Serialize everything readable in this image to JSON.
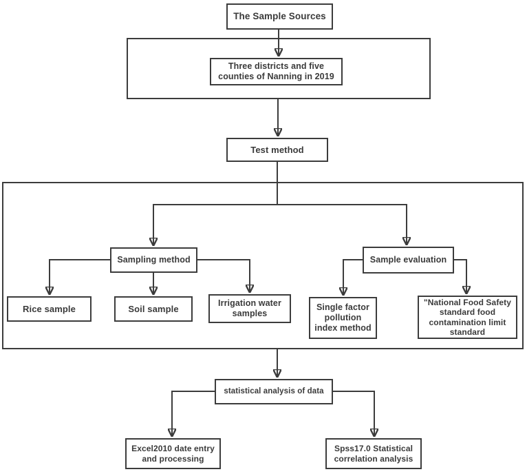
{
  "diagram": {
    "colors": {
      "background": "#ffffff",
      "line": "#3c3c3c",
      "text": "#3a3a3a",
      "box_fill": "#ffffff"
    },
    "nodes": {
      "sample_sources": {
        "label": "The Sample Sources"
      },
      "districts": {
        "label": "Three districts and five\ncounties of Nanning in 2019"
      },
      "test_method": {
        "label": "Test method"
      },
      "sampling_method": {
        "label": "Sampling method"
      },
      "rice_sample": {
        "label": "Rice sample"
      },
      "soil_sample": {
        "label": "Soil sample"
      },
      "irrigation_water": {
        "label": "Irrigation water\nsamples"
      },
      "sample_evaluation": {
        "label": "Sample evaluation"
      },
      "single_factor": {
        "label": "Single factor\npollution\nindex method"
      },
      "national_standard": {
        "label": "\"National Food Safety\nstandard food\ncontamination limit\nstandard"
      },
      "statistical_analysis": {
        "label": "statistical analysis of data"
      },
      "excel": {
        "label": "Excel2010 date entry\nand processing"
      },
      "spss": {
        "label": "Spss17.0 Statistical\ncorrelation analysis"
      }
    },
    "edges": [
      {
        "from": "sample_sources",
        "to": "districts"
      },
      {
        "from": "districts",
        "to": "test_method"
      },
      {
        "from": "test_method",
        "to": "sampling_method"
      },
      {
        "from": "test_method",
        "to": "sample_evaluation"
      },
      {
        "from": "sampling_method",
        "to": "rice_sample"
      },
      {
        "from": "sampling_method",
        "to": "soil_sample"
      },
      {
        "from": "sampling_method",
        "to": "irrigation_water"
      },
      {
        "from": "sample_evaluation",
        "to": "single_factor"
      },
      {
        "from": "sample_evaluation",
        "to": "national_standard"
      },
      {
        "from": "test_method_section",
        "to": "statistical_analysis"
      },
      {
        "from": "statistical_analysis",
        "to": "excel"
      },
      {
        "from": "statistical_analysis",
        "to": "spss"
      }
    ]
  }
}
